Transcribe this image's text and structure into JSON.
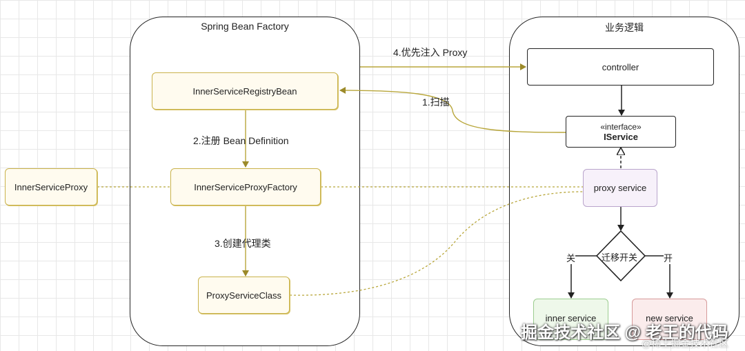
{
  "containers": {
    "factory_title": "Spring Bean Factory",
    "logic_title": "业务逻辑"
  },
  "nodes": {
    "registry_bean": "InnerServiceRegistryBean",
    "proxy_factory": "InnerServiceProxyFactory",
    "proxy_service_class": "ProxyServiceClass",
    "inner_service_proxy": "InnerServiceProxy",
    "controller": "controller",
    "iservice_stereotype": "«interface»",
    "iservice_name": "IService",
    "proxy_service": "proxy service",
    "decision": "迁移开关",
    "inner_service": "inner service",
    "new_service": "new service"
  },
  "edge_labels": {
    "inject": "4.优先注入 Proxy",
    "scan": "1.扫描",
    "register": "2.注册 Bean Definition",
    "create": "3.创建代理类",
    "off": "关",
    "on": "开"
  },
  "watermark": {
    "main": "掘金技术社区 @ 老王的代码",
    "sub": "@稀土掘金技术社区"
  }
}
